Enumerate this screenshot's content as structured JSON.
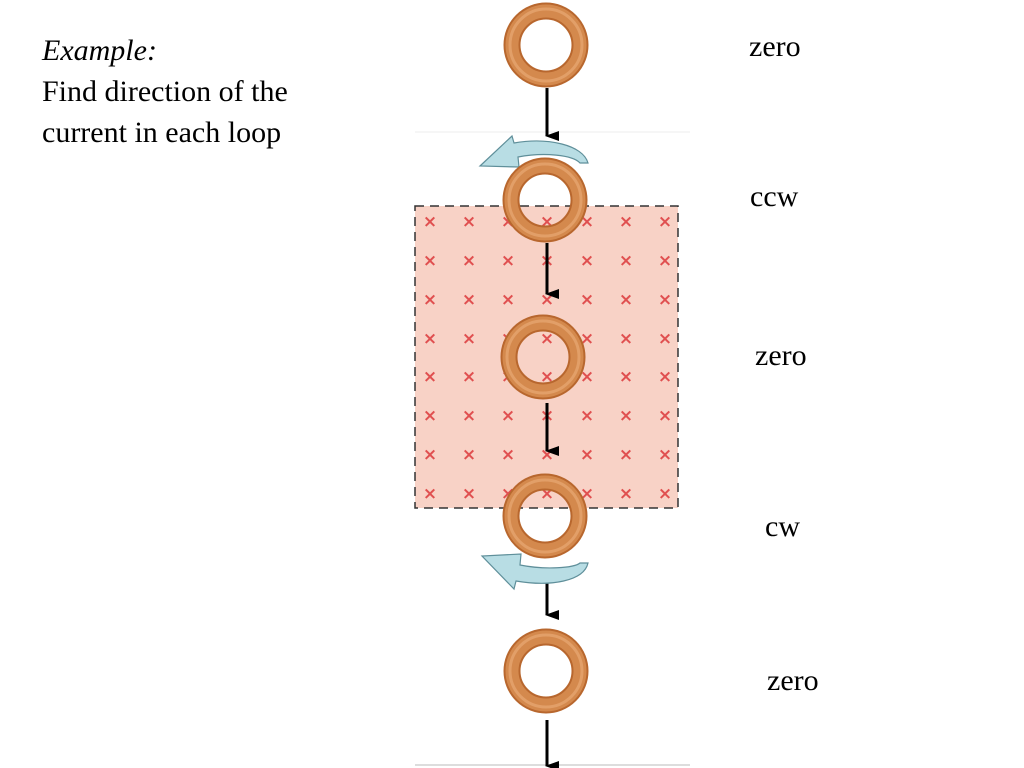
{
  "prompt": {
    "heading": "Example:",
    "lines": [
      "Find direction of the",
      "current in each loop"
    ]
  },
  "answers": [
    "zero",
    "ccw",
    "zero",
    "cw",
    "zero"
  ],
  "field": {
    "marker": "×",
    "colors": {
      "region_fill": "#f8d2c6",
      "region_border": "#333333",
      "marker": "#e05050"
    }
  },
  "colors": {
    "loop_outer": "#b8672e",
    "loop_body": "#d4894d",
    "loop_highlight": "#e8a874",
    "curl_arrow_fill": "#b8dde4",
    "curl_arrow_stroke": "#5f8f9a",
    "motion_arrow": "#000000"
  }
}
